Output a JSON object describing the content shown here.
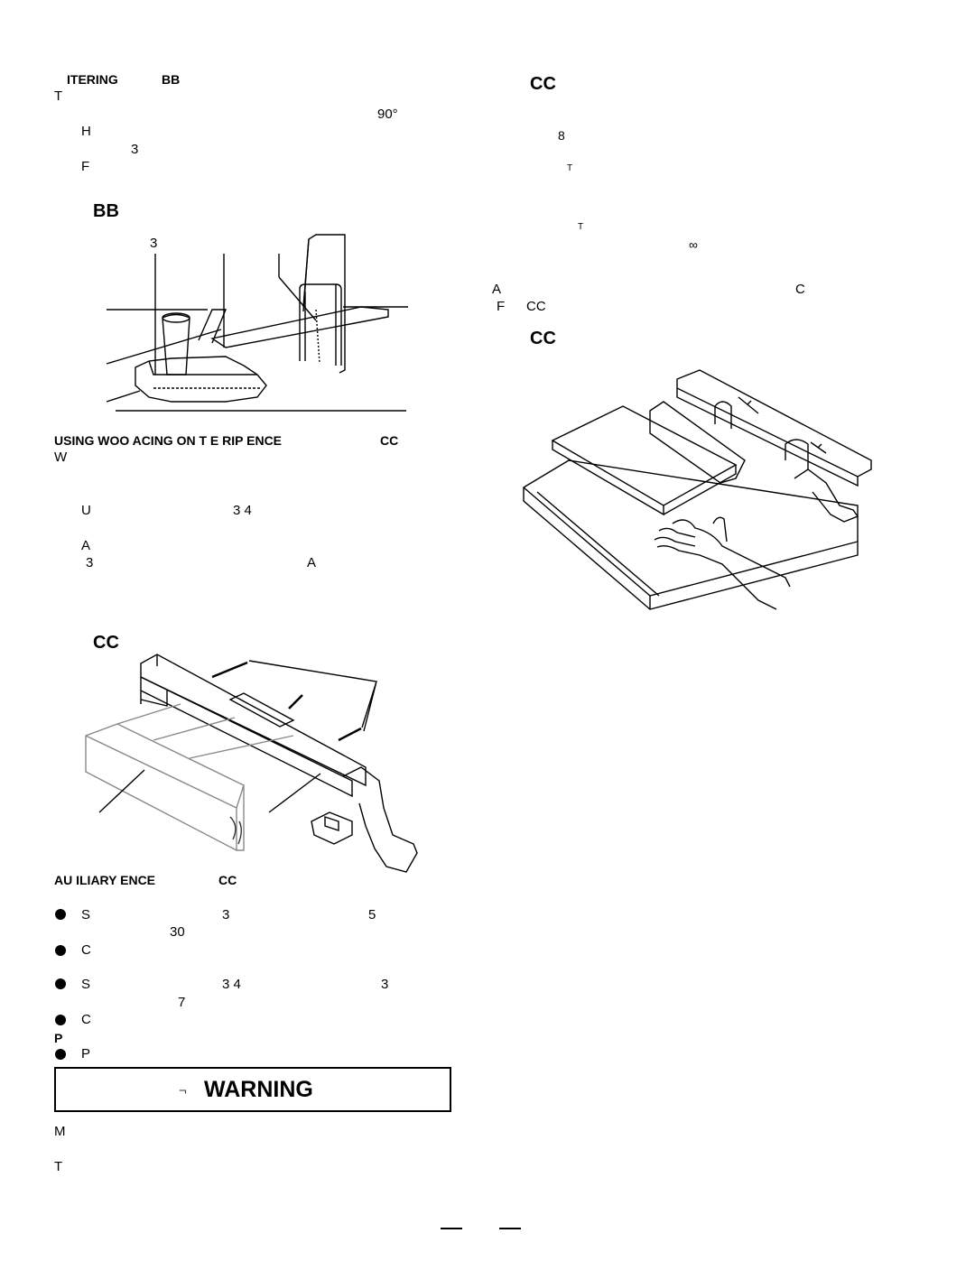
{
  "left_column": {
    "mitering": {
      "heading_word": "ITERING",
      "heading_fig": "BB",
      "lines": [
        "T",
        "90°",
        "H",
        "3",
        "F"
      ]
    },
    "figure_bb": {
      "label": "BB",
      "callout": "3"
    },
    "wood_facing": {
      "heading": "USING WOO    ACING ON T  E RIP  ENCE",
      "heading_fig": "CC",
      "lines": [
        "W",
        "U",
        "3 4",
        "A",
        "3",
        "A"
      ]
    },
    "figure_cc": {
      "label": "CC"
    },
    "auxiliary_fence": {
      "heading": "AU  ILIARY   ENCE",
      "heading_fig": "CC",
      "bullets": [
        {
          "letter": "S",
          "val1": "3",
          "val2": "5",
          "val3": "30"
        },
        {
          "letter": "C"
        },
        {
          "letter": "S",
          "val1": "3 4",
          "val2": "3",
          "val3": "7"
        },
        {
          "letter": "C"
        }
      ],
      "p_label": "P",
      "last_bullet": "P"
    },
    "warning": {
      "icon": "¬",
      "title": "WARNING",
      "lines": [
        "M",
        "T"
      ]
    }
  },
  "right_column": {
    "heading_fig": "CC",
    "lines": [
      "8",
      "T",
      "T",
      "∞",
      "A",
      "C",
      "F",
      "CC"
    ],
    "figure_label": "CC"
  }
}
